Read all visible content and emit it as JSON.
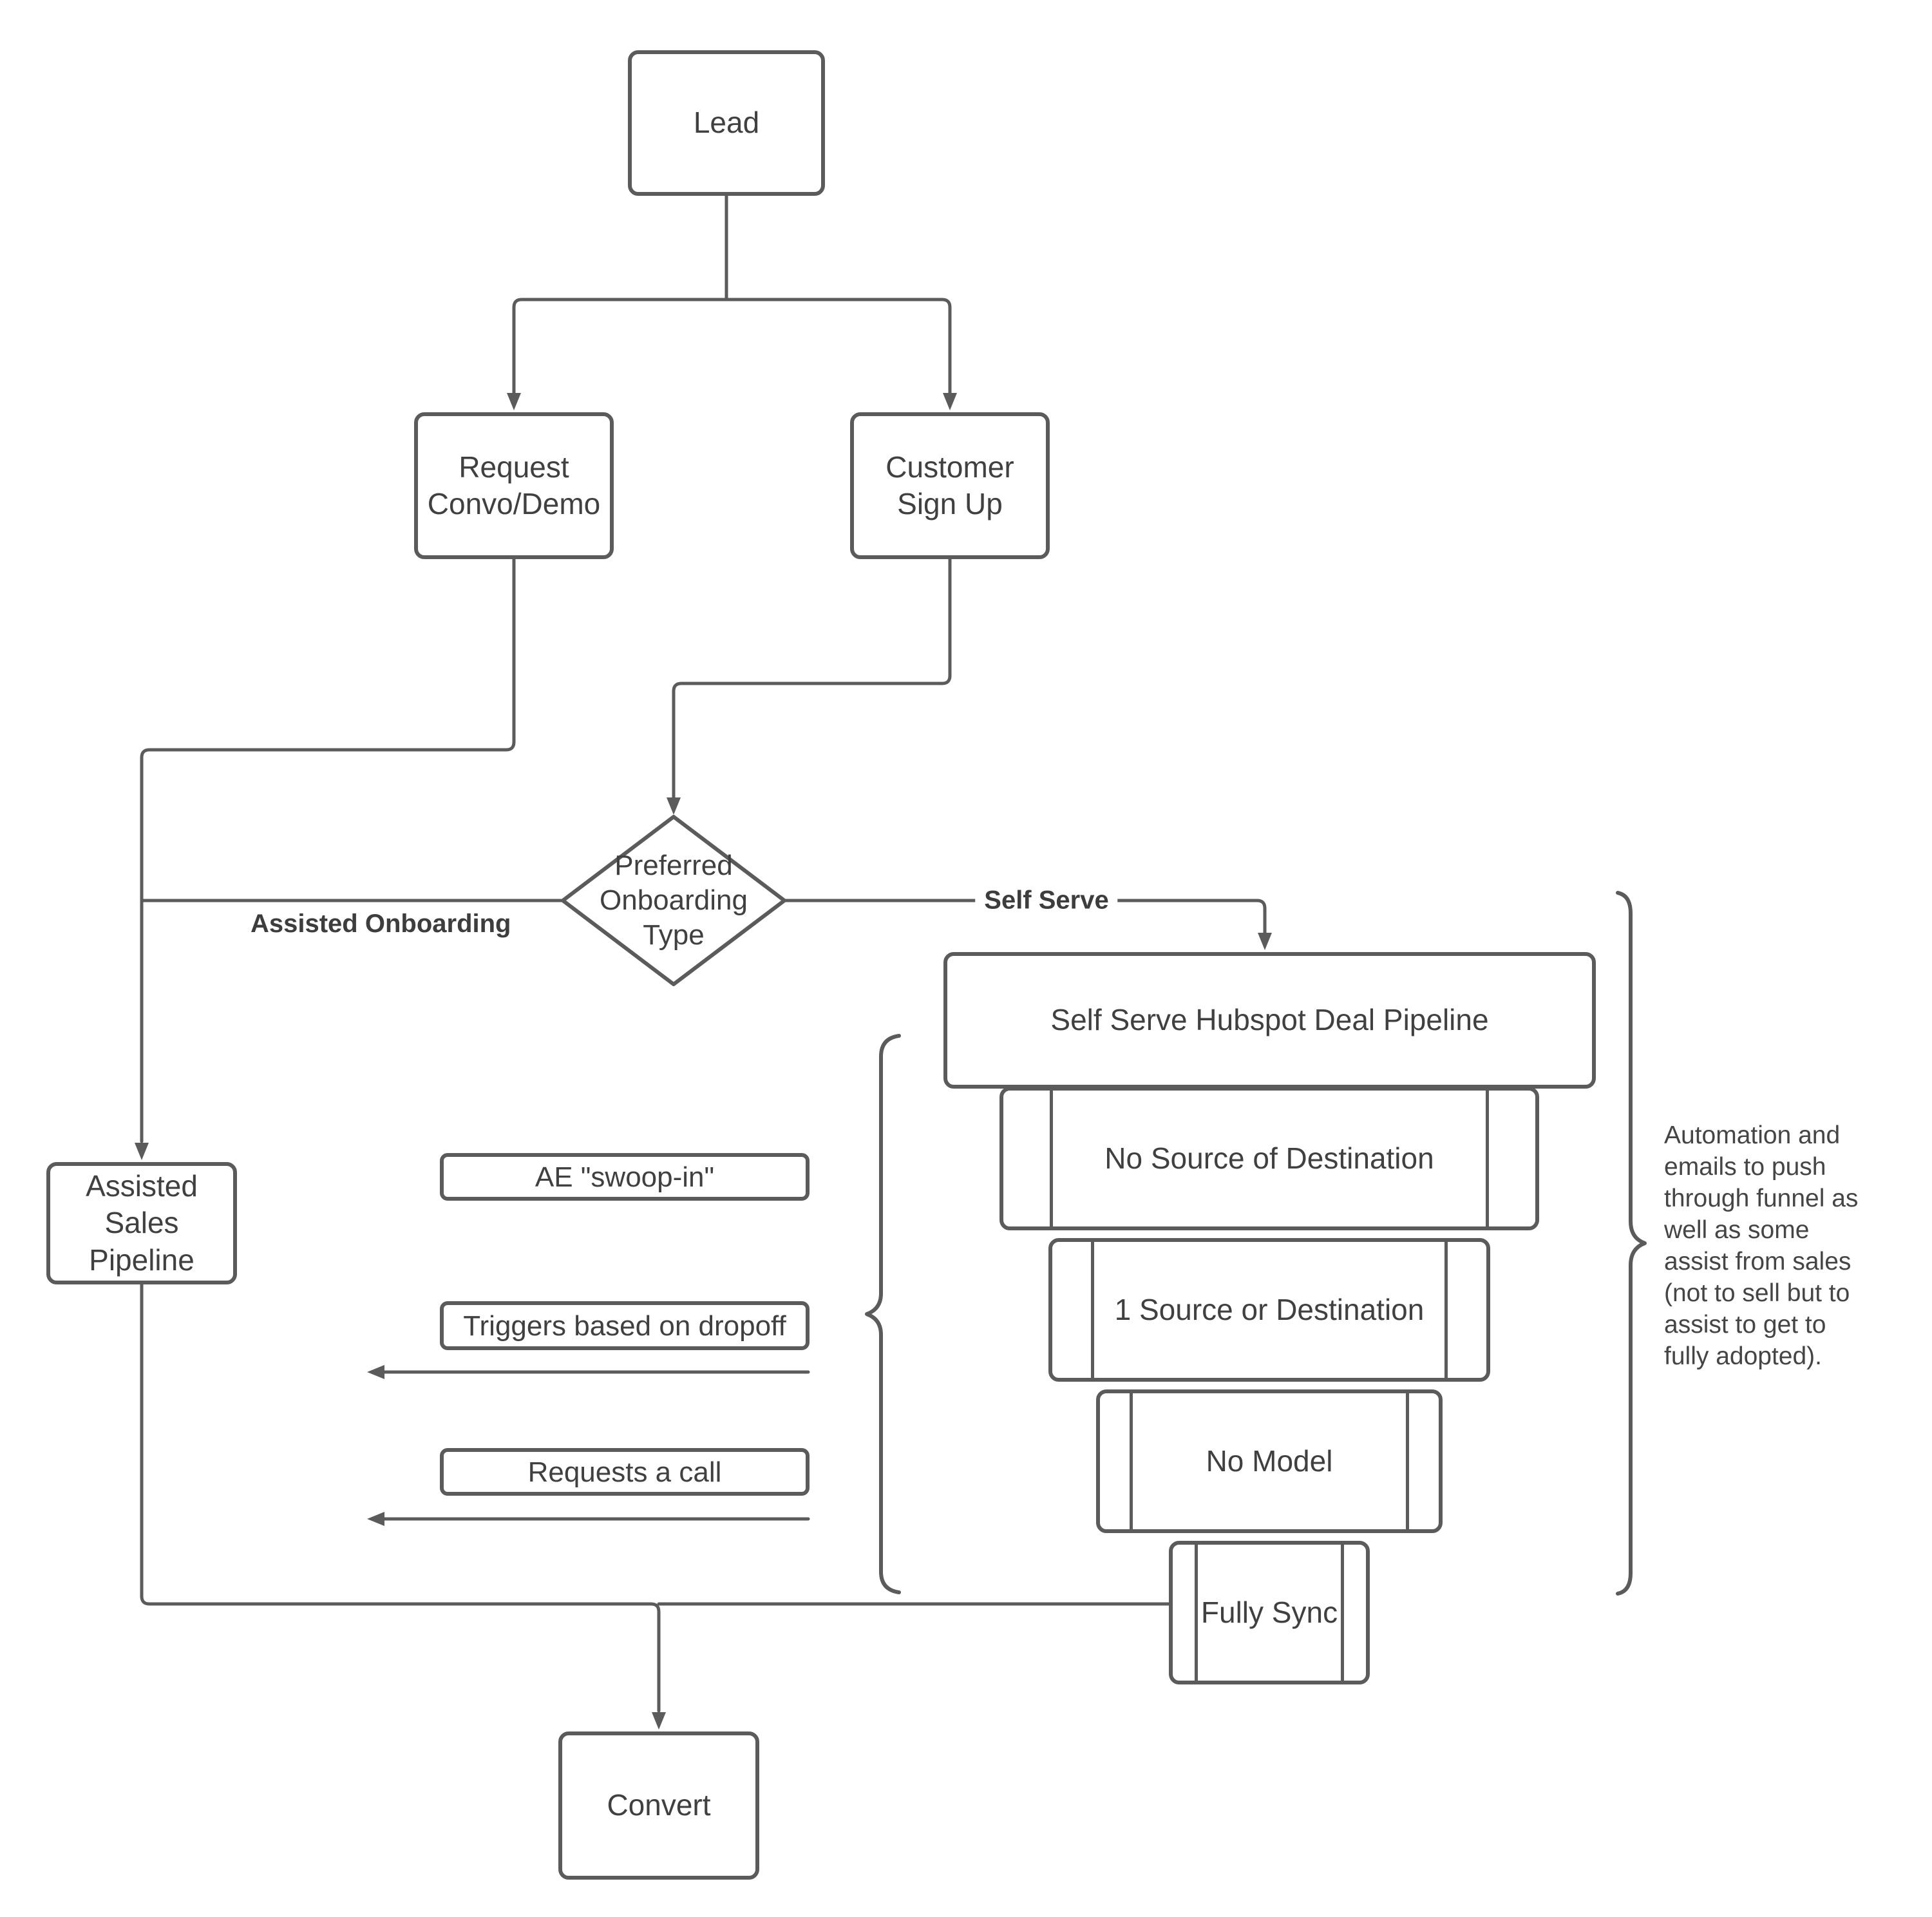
{
  "diagram": {
    "title": "Lead onboarding flowchart",
    "colors": {
      "stroke": "#5b5b5b",
      "text": "#404040",
      "background": "#ffffff"
    },
    "nodes": {
      "lead": {
        "label": "Lead"
      },
      "request_convo_demo": {
        "label": "Request\nConvo/Demo"
      },
      "customer_sign_up": {
        "label": "Customer\nSign Up"
      },
      "preferred_onboarding_type": {
        "label": "Preferred\nOnboarding\nType"
      },
      "assisted_sales_pipeline": {
        "label": "Assisted\nSales\nPipeline"
      },
      "ae_swoop_in": {
        "label": "AE \"swoop-in\""
      },
      "triggers_based_on_dropoff": {
        "label": "Triggers based on dropoff"
      },
      "requests_a_call": {
        "label": "Requests a call"
      },
      "self_serve_hubspot_deal_pipeline": {
        "label": "Self Serve Hubspot Deal Pipeline"
      },
      "no_source_of_destination": {
        "label": "No Source of Destination"
      },
      "one_source_or_destination": {
        "label": "1 Source or Destination"
      },
      "no_model": {
        "label": "No Model"
      },
      "fully_sync": {
        "label": "Fully Sync"
      },
      "convert": {
        "label": "Convert"
      }
    },
    "edge_labels": {
      "assisted_onboarding": "Assisted Onboarding",
      "self_serve": "Self Serve"
    },
    "annotation": "Automation and\nemails to push\nthrough funnel as\nwell as some\nassist from sales\n(not to sell but to\nassist to get to\nfully adopted)."
  }
}
